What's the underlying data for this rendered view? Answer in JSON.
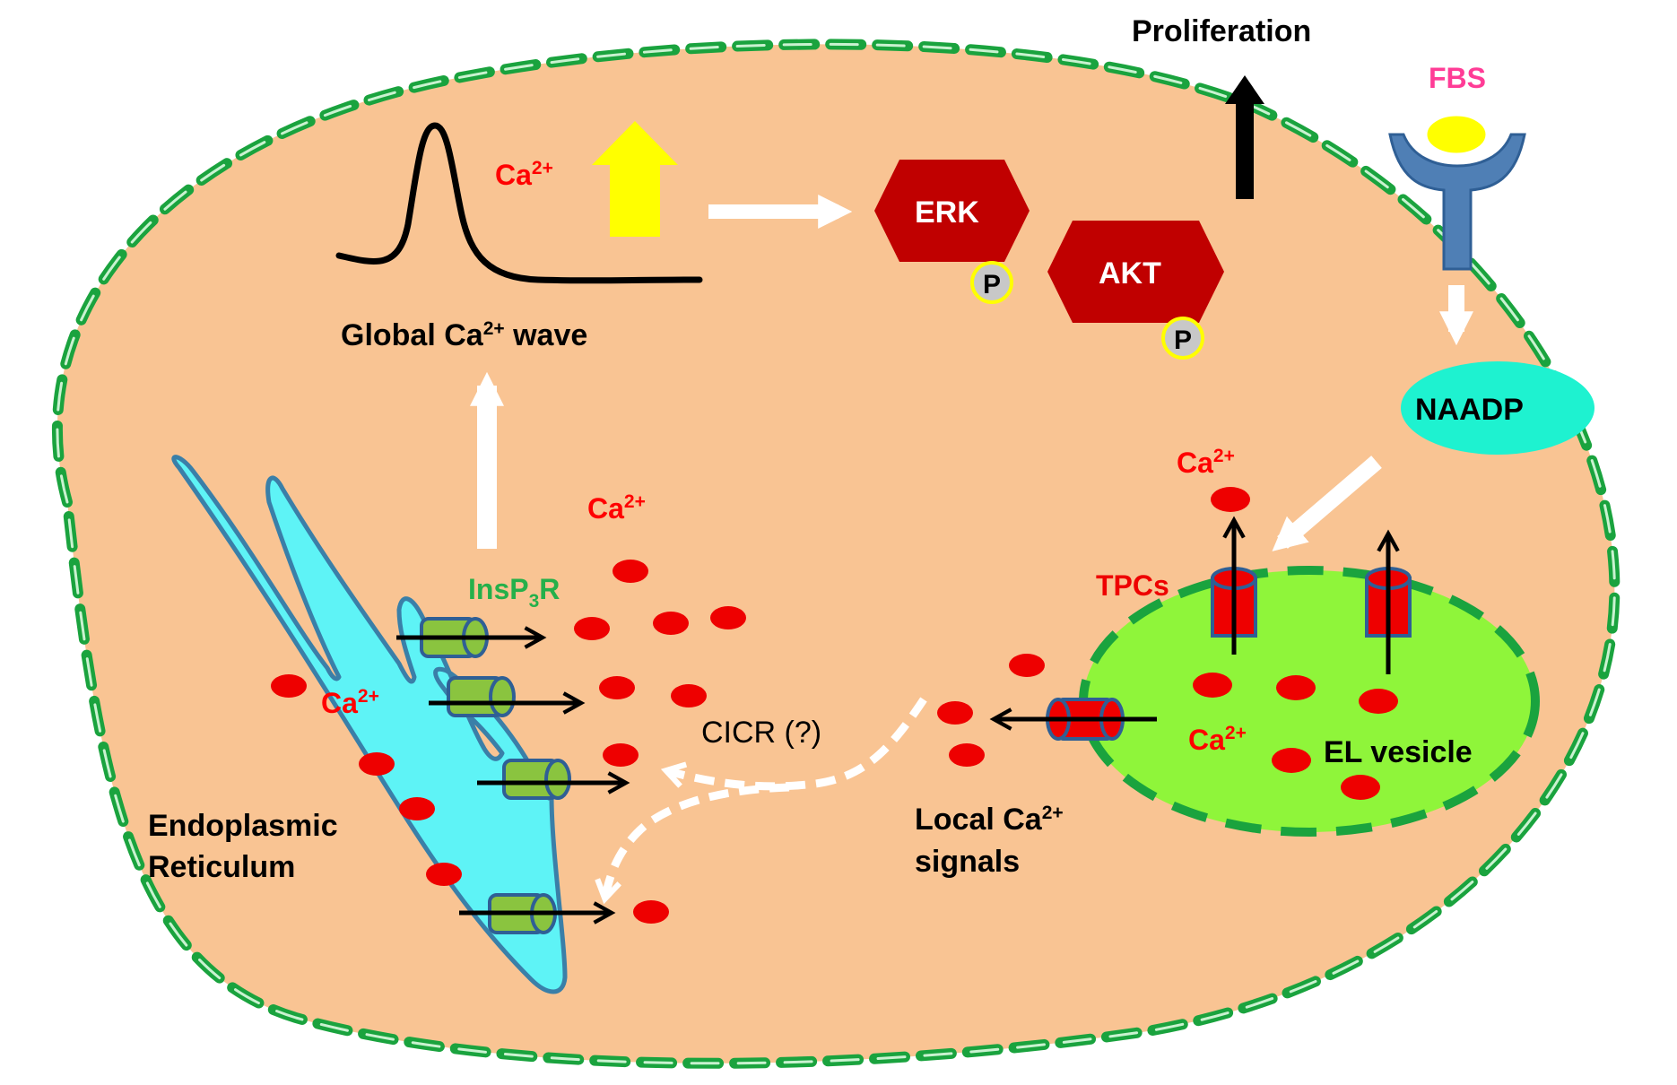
{
  "labels": {
    "proliferation": "Proliferation",
    "fbs": "FBS",
    "naadp": "NAADP",
    "erk": "ERK",
    "akt": "AKT",
    "phospho": "P",
    "global_wave_pre": "Global Ca",
    "global_wave_post": " wave",
    "ca": "Ca",
    "ca_charge": "2+",
    "insp3r_pre": "InsP",
    "insp3r_sub": "3",
    "insp3r_post": "R",
    "tpcs": "TPCs",
    "cicr": "CICR (?)",
    "local_line1_pre": "Local Ca",
    "local_line2": "signals",
    "el_vesicle": "EL vesicle",
    "er_line1": "Endoplasmic",
    "er_line2": "Reticulum"
  },
  "colors": {
    "cytoplasm": "#f9c493",
    "membrane": "#1aa33e",
    "er_fill": "#5ef3f6",
    "er_stroke": "#3a7fa8",
    "kinase": "#c00000",
    "ca_dot": "#ee0000",
    "fbs_text": "#ff3c96",
    "insp3r_text": "#25b04a",
    "tpcs_text": "#ee0000",
    "naadp_fill": "#1ef2d0",
    "vesicle_fill": "#8ff53a",
    "receptor": "#4f7fb5",
    "ligand": "#ffff00",
    "channel_green": "#8ac43f",
    "channel_red": "#ee0000",
    "up_arrow": "#ffff00",
    "phospho_fill": "#c8c8c8",
    "phospho_ring": "#ffff00"
  }
}
